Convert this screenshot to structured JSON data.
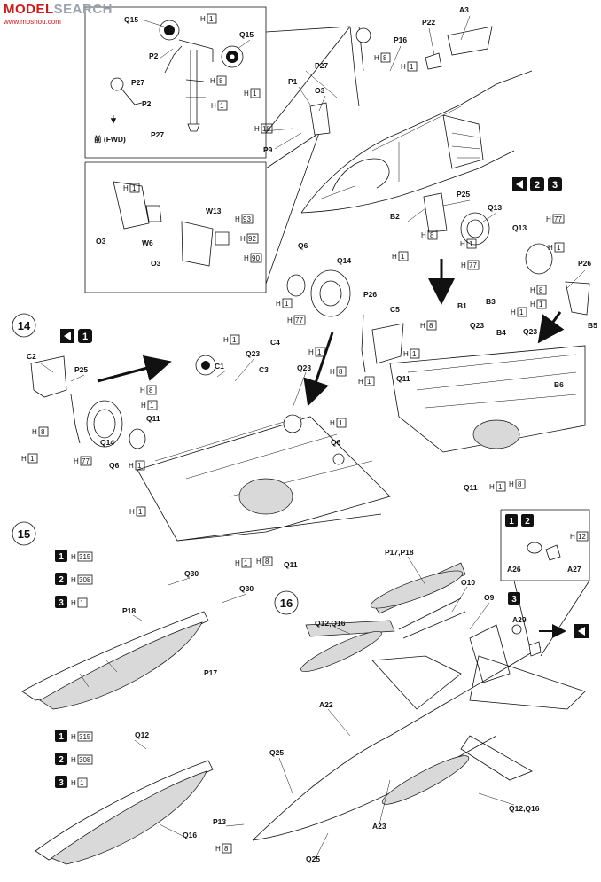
{
  "watermark": {
    "site": "MODEL",
    "site_b": "SEARCH",
    "url": "www.moshou.com"
  },
  "fwd_label": "前 (FWD)",
  "steps": {
    "s14": "14",
    "s15": "15",
    "s16": "16"
  },
  "parts": {
    "Q15a": "Q15",
    "Q15b": "Q15",
    "P2a": "P2",
    "P2b": "P2",
    "P27a": "P27",
    "P27b": "P27",
    "P27c": "P27",
    "P1": "P1",
    "O3a": "O3",
    "O3b": "O3",
    "O3c": "O3",
    "P9": "P9",
    "P16": "P16",
    "P22": "P22",
    "A3": "A3",
    "W6": "W6",
    "W13": "W13",
    "B2": "B2",
    "P25a": "P25",
    "Q13a": "Q13",
    "Q13b": "Q13",
    "P26a": "P26",
    "B5": "B5",
    "Q6a": "Q6",
    "Q14a": "Q14",
    "P26b": "P26",
    "C5": "C5",
    "B1": "B1",
    "B3": "B3",
    "Q23a": "Q23",
    "B4": "B4",
    "Q23b": "Q23",
    "Q11a": "Q11",
    "B6": "B6",
    "Q11b": "Q11",
    "C2": "C2",
    "P25b": "P25",
    "Q14b": "Q14",
    "Q6b": "Q6",
    "C1": "C1",
    "Q23c": "Q23",
    "C3": "C3",
    "C4": "C4",
    "Q23d": "Q23",
    "Q11c": "Q11",
    "Q6c": "Q6",
    "Q11d": "Q11",
    "Q30a": "Q30",
    "Q30b": "Q30",
    "P18": "P18",
    "P17": "P17",
    "Q12": "Q12",
    "Q16": "Q16",
    "P17P18": "P17,P18",
    "O10": "O10",
    "O9": "O9",
    "Q12Q16a": "Q12,Q16",
    "A22": "A22",
    "Q25a": "Q25",
    "P13": "P13",
    "A23": "A23",
    "Q25b": "Q25",
    "Q12Q16b": "Q12,Q16",
    "A26": "A26",
    "A27": "A27",
    "A29": "A29"
  },
  "hardware": {
    "h1": "1",
    "h8": "8",
    "h18": "18",
    "h77": "77",
    "h92": "92",
    "h93": "93",
    "h90": "90",
    "h12": "12",
    "h315": "315",
    "h308": "308"
  },
  "variant_badges": [
    "1",
    "2",
    "3"
  ]
}
